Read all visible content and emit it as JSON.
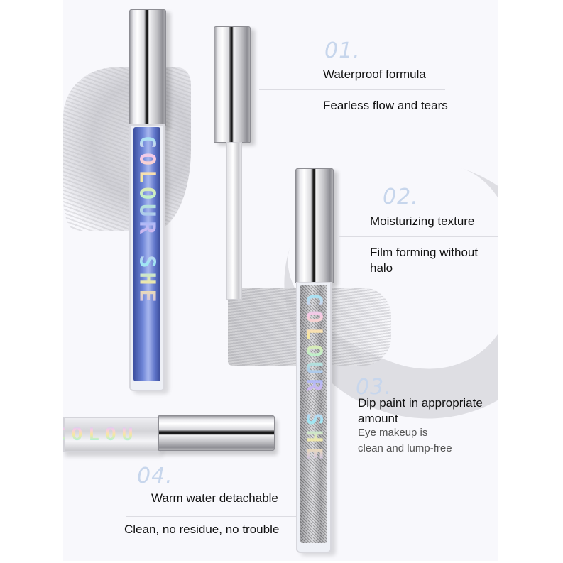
{
  "brand": "COLOUR SHE",
  "colors": {
    "panel_bg": "#f8f8fc",
    "number_accent": "#c7d6ec",
    "feature_text": "#111111",
    "sub_text": "#555555"
  },
  "features": [
    {
      "number": "01.",
      "title": "Waterproof formula",
      "subtitle": "Fearless flow and tears"
    },
    {
      "number": "02.",
      "title": "Moisturizing texture",
      "subtitle": "Film forming without halo"
    },
    {
      "number": "03.",
      "title": "Dip paint in appropriate amount",
      "subtitle_line1": "Eye makeup is",
      "subtitle_line2": "clean and lump-free"
    },
    {
      "number": "04.",
      "title": "Warm water detachable",
      "subtitle": "Clean, no residue, no trouble"
    }
  ],
  "products": [
    {
      "name": "blue shimmer eyeliner tube",
      "brand_text": "COLOUR SHE"
    },
    {
      "name": "applicator wand"
    },
    {
      "name": "silver glitter eyeliner tube",
      "brand_text": "COLOUR SHE"
    },
    {
      "name": "horizontal tube",
      "brand_text": "COLOU"
    }
  ]
}
